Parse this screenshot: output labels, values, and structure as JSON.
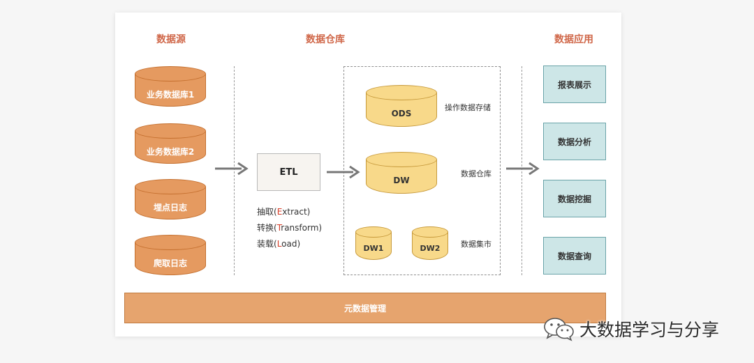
{
  "headers": {
    "source": "数据源",
    "warehouse": "数据仓库",
    "application": "数据应用"
  },
  "sources": [
    "业务数据库1",
    "业务数据库2",
    "埋点日志",
    "爬取日志"
  ],
  "etl": {
    "label": "ETL",
    "steps": [
      {
        "cn": "抽取(",
        "letter": "E",
        "rest": "xtract)"
      },
      {
        "cn": "转换(",
        "letter": "T",
        "rest": "ransform)"
      },
      {
        "cn": "装载(",
        "letter": "L",
        "rest": "oad)"
      }
    ]
  },
  "warehouse": {
    "ods": {
      "label": "ODS",
      "desc": "操作数据存储"
    },
    "dw": {
      "label": "DW",
      "desc": "数据仓库"
    },
    "marts": {
      "items": [
        "DW1",
        "DW2"
      ],
      "desc": "数据集市"
    }
  },
  "applications": [
    "报表展示",
    "数据分析",
    "数据挖掘",
    "数据查询"
  ],
  "metadata": "元数据管理",
  "watermark": {
    "text": "大数据学习与分享",
    "icon": "wechat-icon"
  },
  "colors": {
    "header": "#d0684a",
    "source_db": "#e59a60",
    "warehouse_db": "#f8d98a",
    "app_box": "#cde6e7",
    "metadata_bar": "#e6a46e",
    "etl_highlight": "#d53c26"
  }
}
